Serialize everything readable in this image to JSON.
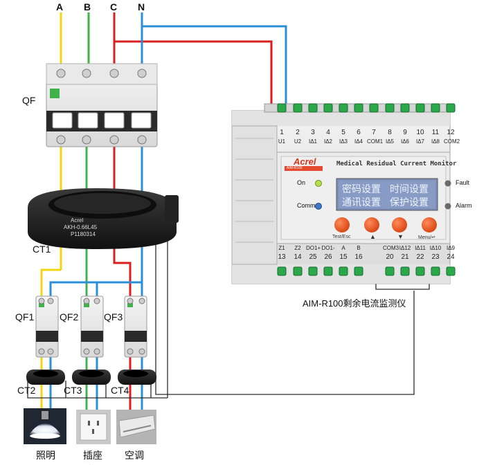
{
  "phases": {
    "a": "A",
    "b": "B",
    "c": "C",
    "n": "N"
  },
  "breakers": {
    "main": "QF",
    "qf1": "QF1",
    "qf2": "QF2",
    "qf3": "QF3"
  },
  "cts": {
    "main": "CT1",
    "ct2": "CT2",
    "ct3": "CT3",
    "ct4": "CT4"
  },
  "ct1_text": {
    "brand": "Acrel",
    "model": "AKH-0.66L45",
    "serial": "P1180314"
  },
  "device": {
    "brand": "Acrel",
    "model_badge": "AIM-R100",
    "title": "Medical Residual Current Monitor",
    "caption": "AIM-R100剩余电流监测仪",
    "top_terminal_nums": [
      "1",
      "2",
      "3",
      "4",
      "5",
      "6",
      "7",
      "8",
      "9",
      "10",
      "11",
      "12"
    ],
    "top_terminal_names": [
      "U1",
      "U2",
      "IΔ1",
      "IΔ2",
      "IΔ3",
      "IΔ4",
      "COM1",
      "IΔ5",
      "IΔ6",
      "IΔ7",
      "IΔ8",
      "COM2"
    ],
    "bottom_terminal_names": [
      "Z1",
      "Z2",
      "DO1+",
      "DO1-",
      "A",
      "B",
      "COM3",
      "IΔ12",
      "IΔ11",
      "IΔ10",
      "IΔ9"
    ],
    "bottom_terminal_nums": [
      "13",
      "14",
      "25",
      "26",
      "15",
      "16",
      "20",
      "21",
      "22",
      "23",
      "24"
    ],
    "indicators": {
      "on": "On",
      "comm": "Comm",
      "fault": "Fault",
      "alarm": "Alarm"
    },
    "screen": {
      "r1c1": "密码设置",
      "r1c2": "时间设置",
      "r2c1": "通讯设置",
      "r2c2": "保护设置"
    },
    "buttons": {
      "b1": "Test/Esc",
      "b2": "▲",
      "b3": "▼",
      "b4": "Menu/↵"
    }
  },
  "loads": {
    "lighting": "照明",
    "socket": "插座",
    "ac": "空调"
  },
  "colors": {
    "a": "#f2d50f",
    "b": "#3fb34a",
    "c": "#d81e1e",
    "n": "#2a8fd6",
    "signal": "#2b2b2b"
  }
}
